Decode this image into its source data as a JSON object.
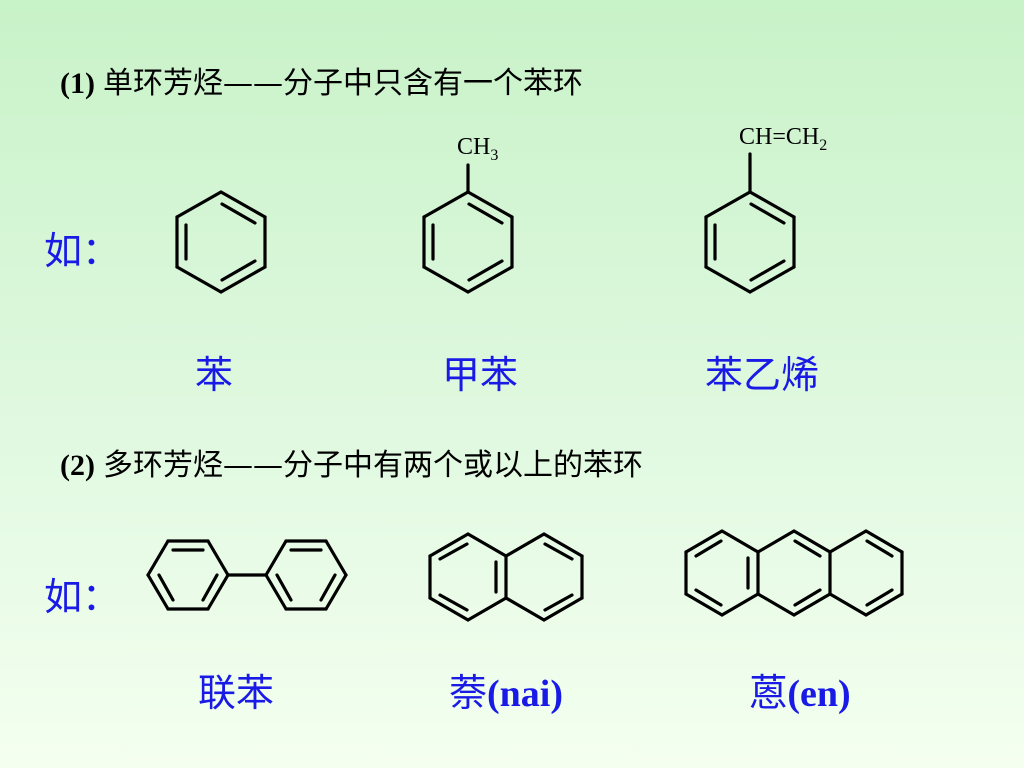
{
  "section1": {
    "number": "(1)",
    "text": "单环芳烃——分子中只含有一个苯环",
    "example_label": "如：",
    "compounds": [
      {
        "name": "苯"
      },
      {
        "name": "甲苯",
        "substituent": "CH",
        "substituent_sub": "3"
      },
      {
        "name": "苯乙烯",
        "substituent": "CH=CH",
        "substituent_sub": "2"
      }
    ]
  },
  "section2": {
    "number": "(2)",
    "text": "多环芳烃——分子中有两个或以上的苯环",
    "example_label": "如：",
    "compounds": [
      {
        "name": "联苯"
      },
      {
        "name": "萘",
        "pinyin": "(nai)"
      },
      {
        "name": "蒽",
        "pinyin": "(en)"
      }
    ]
  }
}
